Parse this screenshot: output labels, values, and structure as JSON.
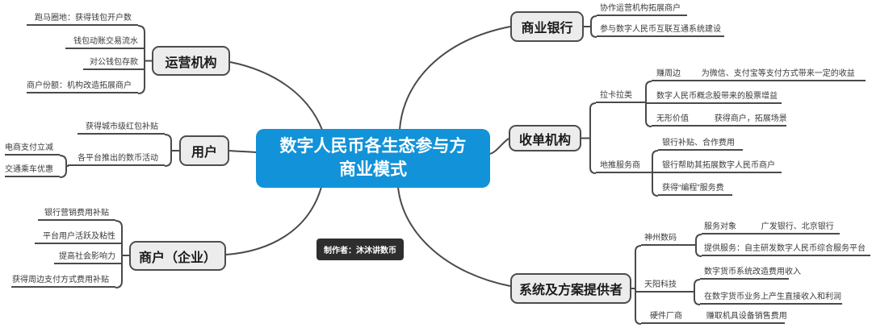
{
  "center": {
    "line1": "数字人民币各生态参与方",
    "line2": "商业模式"
  },
  "author": "制作者：沐沐讲数币",
  "colors": {
    "center_bg": "#1292d8",
    "node_fill": "#ececec",
    "node_border": "#4d4d4d",
    "line": "#4a4a4a",
    "badge_bg": "#2e2e2e"
  },
  "branches": {
    "operators": {
      "label": "运营机构",
      "items": [
        "跑马圈地：获得钱包开户数",
        "钱包动账交易流水",
        "对公钱包存款",
        "商户份额：机构改造拓展商户"
      ]
    },
    "users": {
      "label": "用户",
      "items": [
        "获得城市级红包补贴",
        "各平台推出的数币活动"
      ],
      "activity_children": [
        "电商支付立减",
        "交通乘车优惠"
      ]
    },
    "merchants": {
      "label": "商户（企业）",
      "items": [
        "银行营销费用补贴",
        "平台用户活跃及粘性",
        "提高社会影响力",
        "获得周边支付方式费用补贴"
      ]
    },
    "commercial_banks": {
      "label": "商业银行",
      "items": [
        "协作运营机构拓展商户",
        "参与数字人民币互联互通系统建设"
      ]
    },
    "acquirers": {
      "label": "收单机构",
      "lakala": {
        "label": "拉卡拉类",
        "zhuan_zhoubian": {
          "label": "赚周边",
          "value": "为微信、支付宝等支付方式带来一定的收益"
        },
        "stock": "数字人民币概念股带来的股票增益",
        "intangible": {
          "label": "无形价值",
          "value": "获得商户，拓展场景"
        }
      },
      "ground_promoters": {
        "label": "地推服务商",
        "items": [
          "银行补贴、合作费用",
          "银行帮助其拓展数字人民币商户",
          "获得“编程”服务费"
        ]
      }
    },
    "providers": {
      "label": "系统及方案提供者",
      "digital_china": {
        "label": "神州数码",
        "target": {
          "label": "服务对象",
          "value": "广发银行、北京银行"
        },
        "service": "提供服务：自主研发数字人民币综合服务平台"
      },
      "tianyang": {
        "label": "天阳科技",
        "items": [
          "数字货币系统改造费用收入",
          "在数字货币业务上产生直接收入和利润"
        ]
      },
      "hardware": {
        "label": "硬件厂商",
        "value": "赚取机具设备销售费用"
      }
    }
  }
}
